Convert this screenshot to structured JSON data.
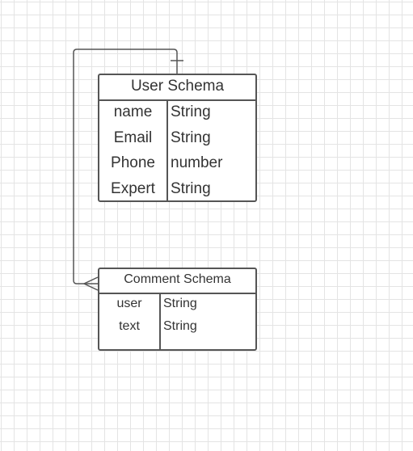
{
  "colors": {
    "line": "#555555",
    "text": "#333333",
    "grid": "#e4e4e4",
    "background": "#ffffff"
  },
  "entities": [
    {
      "title": "User Schema",
      "fields": [
        {
          "key": "name",
          "type": "String"
        },
        {
          "key": "Email",
          "type": "String"
        },
        {
          "key": "Phone",
          "type": "number"
        },
        {
          "key": "Expert",
          "type": "String"
        }
      ]
    },
    {
      "title": "Comment Schema",
      "fields": [
        {
          "key": "user",
          "type": "String"
        },
        {
          "key": "text",
          "type": "String"
        }
      ]
    }
  ],
  "relationship": {
    "from": "User Schema",
    "to": "Comment Schema",
    "from_cardinality": "one",
    "to_cardinality": "many"
  }
}
